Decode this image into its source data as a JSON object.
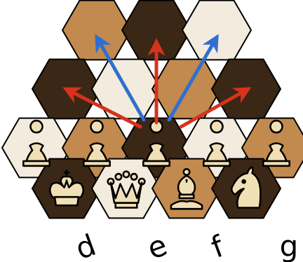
{
  "board": {
    "type": "hexagonal-chess",
    "colors": {
      "light": "#f3ebdd",
      "mid": "#c28a4e",
      "dark": "#3a2716",
      "outline": "#000000",
      "piece_fill": "#f1dfb6",
      "red_arrow": "#d7321d",
      "blue_arrow": "#2f6fd0"
    },
    "file_labels": [
      "d",
      "e",
      "f",
      "g"
    ],
    "cells": [
      {
        "id": "c1",
        "color": "mid",
        "piece": ""
      },
      {
        "id": "c2",
        "color": "dark",
        "piece": ""
      },
      {
        "id": "c3",
        "color": "light",
        "piece": ""
      },
      {
        "id": "c4",
        "color": "dark",
        "piece": ""
      },
      {
        "id": "c5",
        "color": "light",
        "piece": ""
      },
      {
        "id": "c6",
        "color": "mid",
        "piece": ""
      },
      {
        "id": "c7",
        "color": "dark",
        "piece": ""
      },
      {
        "id": "c8",
        "color": "light",
        "piece": "white-pawn"
      },
      {
        "id": "c9",
        "color": "mid",
        "piece": "white-pawn"
      },
      {
        "id": "c10",
        "color": "dark",
        "piece": "white-pawn"
      },
      {
        "id": "c11",
        "color": "light",
        "piece": "white-pawn"
      },
      {
        "id": "c12",
        "color": "mid",
        "piece": "white-pawn"
      },
      {
        "id": "c13",
        "color": "dark",
        "piece": "white-king"
      },
      {
        "id": "c14",
        "color": "light",
        "piece": "white-queen"
      },
      {
        "id": "c15",
        "color": "mid",
        "piece": "white-bishop"
      },
      {
        "id": "c16",
        "color": "dark",
        "piece": "white-knight"
      }
    ],
    "arrows": [
      {
        "color": "red",
        "direction": "up-left"
      },
      {
        "color": "blue",
        "direction": "up-left-steep"
      },
      {
        "color": "red",
        "direction": "up"
      },
      {
        "color": "blue",
        "direction": "up-right-steep"
      },
      {
        "color": "red",
        "direction": "up-right"
      }
    ]
  }
}
